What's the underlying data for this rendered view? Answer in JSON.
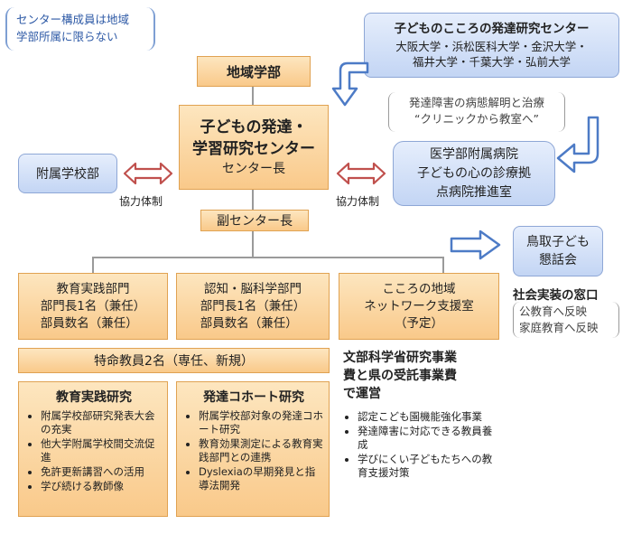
{
  "note_topleft": [
    "センター構成員は地域",
    "学部所属に限らない"
  ],
  "chiiki_gakubu": "地域学部",
  "renkei_center": {
    "title": "子どものこころの発達研究センター",
    "lines": [
      "大阪大学・浜松医科大学・金沢大学・",
      "福井大学・千葉大学・弘前大学"
    ]
  },
  "hattatsu_note": [
    "発達障害の病態解明と治療",
    "“クリニックから教室へ”"
  ],
  "main_center": {
    "line1": "子どもの発達・",
    "line2": "学習研究センター",
    "sub": "センター長"
  },
  "fuzoku_gakkoubu": "附属学校部",
  "hospital": [
    "医学部附属病院",
    "子どもの心の診療拠",
    "点病院推進室"
  ],
  "kyoryoku_left": "協力体制",
  "kyoryoku_right": "協力体制",
  "fuku_center": "副センター長",
  "tottori": [
    "鳥取子ども",
    "懇話会"
  ],
  "shakai_title": "社会実装の窓口",
  "shakai_lines": [
    "公教育へ反映",
    "家庭教育へ反映"
  ],
  "departments": [
    {
      "title": "教育実践部門",
      "lines": [
        "部門長1名（兼任）",
        "部員数名（兼任）"
      ]
    },
    {
      "title": "認知・脳科学部門",
      "lines": [
        "部門長1名（兼任）",
        "部員数名（兼任）"
      ]
    },
    {
      "title": "こころの地域",
      "lines": [
        "ネットワーク支援室",
        "（予定）"
      ]
    }
  ],
  "tokumei": "特命教員2名（専任、新規）",
  "monka": [
    "文部科学省研究事業",
    "費と県の受託事業費",
    "で運営"
  ],
  "kyoiku_research": {
    "title": "教育実践研究",
    "items": [
      "附属学校部研究発表大会の充実",
      "他大学附属学校間交流促進",
      "免許更新講習への活用",
      "学び続ける教師像"
    ]
  },
  "cohort_research": {
    "title": "発達コホート研究",
    "items": [
      "附属学校部対象の発達コホート研究",
      "教育効果測定による教育実践部門との連携",
      "Dyslexiaの早期発見と指導法開発"
    ]
  },
  "monka_items": [
    "認定こども園機能強化事業",
    "発達障害に対応できる教員養成",
    "学びにくい子どもたちへの教育支援対策"
  ],
  "colors": {
    "orange_fill": "#f9c98a",
    "orange_border": "#e0a252",
    "blue_fill": "#c3d5f4",
    "blue_border": "#8ea7d6",
    "arrow": "#4d7bc6",
    "red_arrow": "#c0504d"
  }
}
